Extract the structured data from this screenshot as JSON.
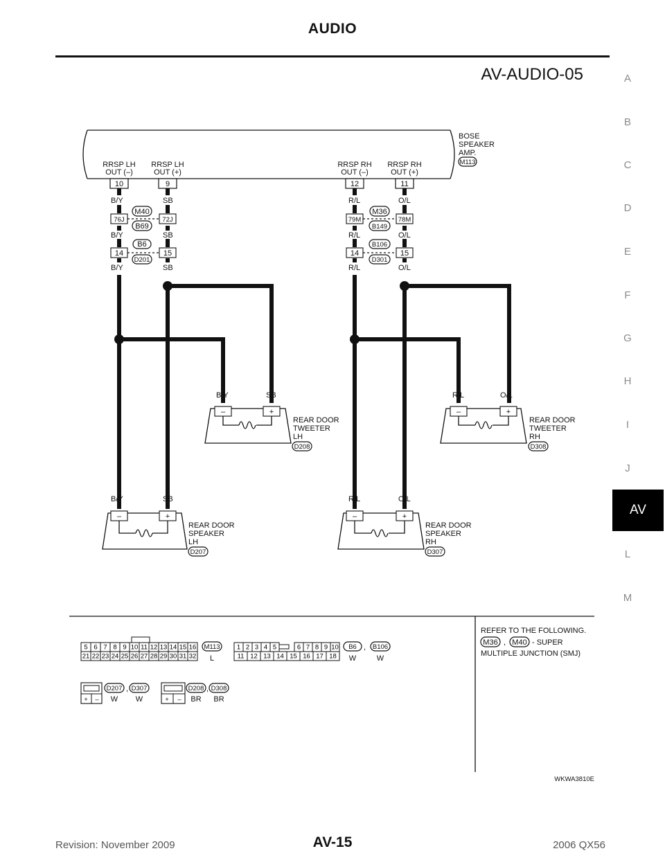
{
  "header": {
    "title": "AUDIO",
    "diagram_code": "AV-AUDIO-05"
  },
  "side_index": [
    "A",
    "B",
    "C",
    "D",
    "E",
    "F",
    "G",
    "H",
    "I",
    "J",
    "AV",
    "L",
    "M"
  ],
  "side_index_active": "AV",
  "amp": {
    "name_lines": [
      "BOSE",
      "SPEAKER",
      "AMP."
    ],
    "connector": "M113"
  },
  "terminals": [
    {
      "label_lines": [
        "RRSP LH",
        "OUT (–)"
      ],
      "pin": "10"
    },
    {
      "label_lines": [
        "RRSP LH",
        "OUT (+)"
      ],
      "pin": "9"
    },
    {
      "label_lines": [
        "RRSP RH",
        "OUT (–)"
      ],
      "pin": "12"
    },
    {
      "label_lines": [
        "RRSP RH",
        "OUT (+)"
      ],
      "pin": "11"
    }
  ],
  "wire_colors": {
    "lh_neg": "B/Y",
    "lh_pos": "SB",
    "rh_neg": "R/L",
    "rh_pos": "O/L"
  },
  "joints": {
    "lh_upper": {
      "top": "M40",
      "bottom": "B69",
      "pin_neg": "76J",
      "pin_pos": "72J"
    },
    "lh_lower": {
      "top": "B6",
      "bottom": "D201",
      "pin_neg": "14",
      "pin_pos": "15"
    },
    "rh_upper": {
      "top": "M36",
      "bottom": "B149",
      "pin_neg": "79M",
      "pin_pos": "78M"
    },
    "rh_lower": {
      "top": "B106",
      "bottom": "D301",
      "pin_neg": "14",
      "pin_pos": "15"
    }
  },
  "components": {
    "tweeter_lh": {
      "name_lines": [
        "REAR DOOR",
        "TWEETER",
        "LH"
      ],
      "connector": "D208"
    },
    "tweeter_rh": {
      "name_lines": [
        "REAR DOOR",
        "TWEETER",
        "RH"
      ],
      "connector": "D308"
    },
    "speaker_lh": {
      "name_lines": [
        "REAR DOOR",
        "SPEAKER",
        "LH"
      ],
      "connector": "D207"
    },
    "speaker_rh": {
      "name_lines": [
        "REAR DOOR",
        "SPEAKER",
        "RH"
      ],
      "connector": "D307"
    }
  },
  "polarity": {
    "neg": "–",
    "pos": "+"
  },
  "connector_refs": {
    "m113_top": [
      "5",
      "6",
      "7",
      "8",
      "9",
      "10",
      "11",
      "12",
      "13",
      "14",
      "15",
      "16"
    ],
    "m113_bottom": [
      "21",
      "22",
      "23",
      "24",
      "25",
      "26",
      "27",
      "28",
      "29",
      "30",
      "31",
      "32"
    ],
    "m113_label": "M113",
    "m113_color": "L",
    "b6_top": [
      "1",
      "2",
      "3",
      "4",
      "5",
      "6",
      "7",
      "8",
      "9",
      "10"
    ],
    "b6_bottom": [
      "11",
      "12",
      "13",
      "14",
      "15",
      "16",
      "17",
      "18"
    ],
    "b6_label": "B6",
    "b6_color": "W",
    "b106_label": "B106",
    "b106_color": "W",
    "comma": ",",
    "d207_label": "D207",
    "d207_color": "W",
    "d307_label": "D307",
    "d307_color": "W",
    "d208_label": "D208",
    "d208_color": "BR",
    "d308_label": "D308",
    "d308_color": "BR"
  },
  "refer_note": {
    "line1": "REFER TO THE FOLLOWING.",
    "c1": "M36",
    "sep": ",",
    "c2": "M40",
    "suffix": "- SUPER",
    "line3": "MULTIPLE JUNCTION (SMJ)"
  },
  "figure_id": "WKWA3810E",
  "footer": {
    "revision": "Revision: November 2009",
    "page": "AV-15",
    "model": "2006 QX56"
  }
}
